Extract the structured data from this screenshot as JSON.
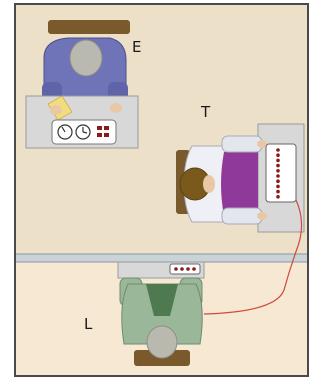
{
  "labels": {
    "experimenter": "E",
    "teacher": "T",
    "learner": "L"
  },
  "colors": {
    "upper_room": "#ece0c8",
    "lower_room": "#f6e8d2",
    "wall": "#c9d3d8",
    "frame": "#4a4a4a",
    "desk": "#d8d8d8",
    "chair": "#7a5a2c",
    "experimenter_shirt": "#6f73b8",
    "teacher_shirt": "#eef0f5",
    "teacher_vest": "#8f3a9a",
    "learner_shirt": "#9bb79a",
    "learner_vest": "#4f7a4f",
    "skin": "#e9c8a5",
    "hair_grey": "#b9b9b0",
    "hair_brown": "#7a5a1c",
    "paper": "#f2dc80",
    "button_red": "#8b1a1a",
    "wire": "#d04a3a"
  },
  "icons": {
    "experimenter_panel": [
      "dial-icon",
      "clock-icon",
      "button-grid-icon"
    ],
    "teacher_shock_generator": "shock-generator-icon",
    "learner_electrode_box": "electrode-box-icon"
  }
}
